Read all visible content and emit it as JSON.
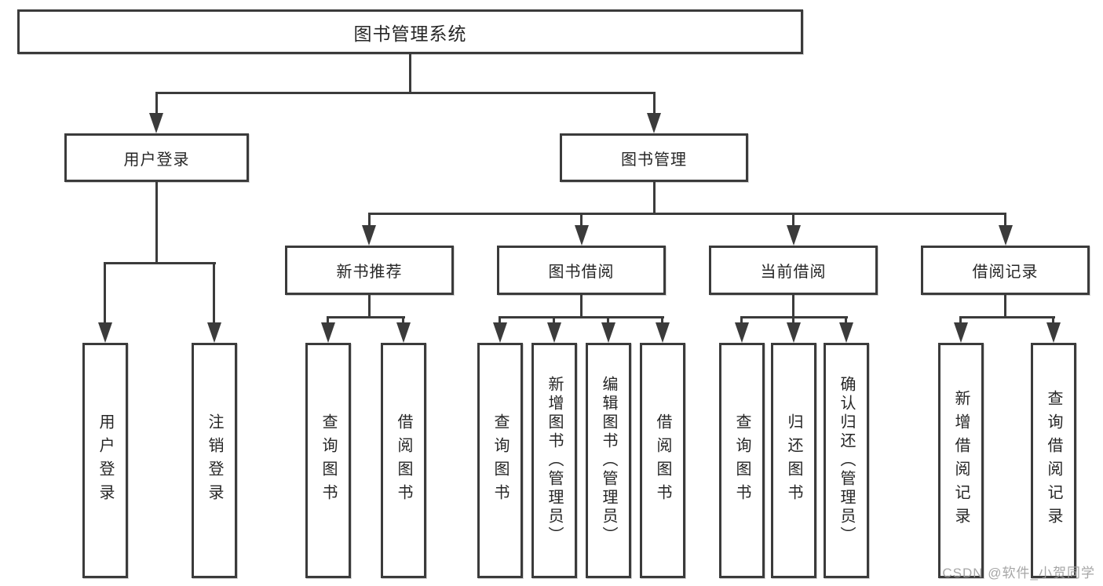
{
  "nodes": {
    "root": "图书管理系统",
    "level2": [
      "用户登录",
      "图书管理"
    ],
    "level3": [
      "新书推荐",
      "图书借阅",
      "当前借阅",
      "借阅记录"
    ],
    "leaves": [
      "用户登录",
      "注销登录",
      "查询图书",
      "借阅图书",
      "查询图书",
      "新增图书（管理员）",
      "编辑图书（管理员）",
      "借阅图书",
      "查询图书",
      "归还图书",
      "确认归还（管理员）",
      "新增借阅记录",
      "查询借阅记录"
    ]
  },
  "watermark": "CSDN @软件_小贺同学",
  "colors": {
    "line": "#3b3b3b",
    "text": "#262626",
    "watermark": "#9e9e9e",
    "background": "#ffffff"
  }
}
